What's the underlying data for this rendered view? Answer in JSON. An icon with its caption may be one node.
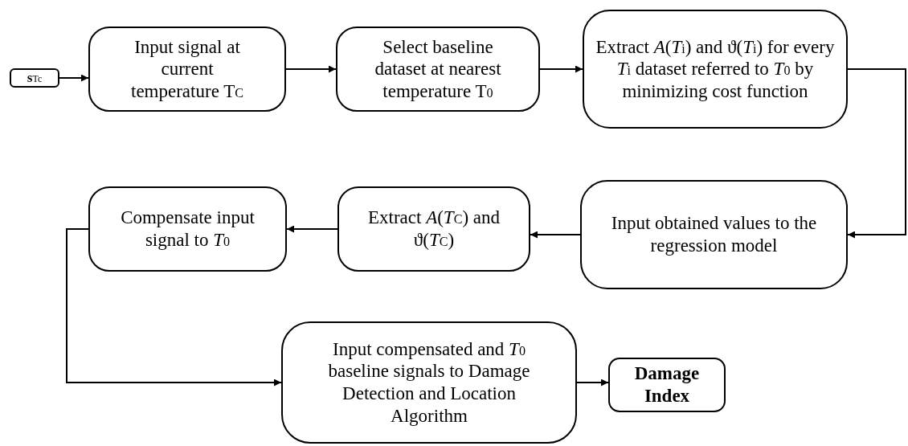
{
  "diagram": {
    "nodes": [
      {
        "text": [
          "**s**$_{Tc}$"
        ]
      },
      {
        "text": [
          "Input signal at current temperature T$_{C}$"
        ]
      },
      {
        "text": [
          "Select baseline dataset at nearest temperature T$_{0}$"
        ]
      },
      {
        "text": [
          "Extract *A*(*T*$_{i}$) and ϑ(*T*$_{i}$) for every *T*$_{i}$ dataset referred to *T*$_{0}$ by minimizing cost function"
        ]
      },
      {
        "text": [
          "Input obtained values to the regression model"
        ]
      },
      {
        "text": [
          "Extract *A*(*T*$_{C}$) and ϑ(*T*$_{C}$)"
        ]
      },
      {
        "text": [
          "Compensate input signal to *T*$_{0}$"
        ]
      },
      {
        "text": [
          "Input compensated and *T*$_{0}$ baseline signals to Damage Detection and Location Algorithm"
        ]
      },
      {
        "text": [
          "Damage Index"
        ]
      }
    ],
    "edges": [
      {
        "from": 0,
        "to": 1,
        "arrow": "to"
      },
      {
        "from": 1,
        "to": 2,
        "arrow": "to"
      },
      {
        "from": 2,
        "to": 3,
        "arrow": "to"
      },
      {
        "from": 3,
        "to": 4,
        "arrow": "to"
      },
      {
        "from": 4,
        "to": 5,
        "arrow": "to"
      },
      {
        "from": 5,
        "to": 6,
        "arrow": "to"
      },
      {
        "from": 6,
        "to": 7,
        "arrow": "to"
      },
      {
        "from": 7,
        "to": 8,
        "arrow": "to"
      }
    ]
  }
}
